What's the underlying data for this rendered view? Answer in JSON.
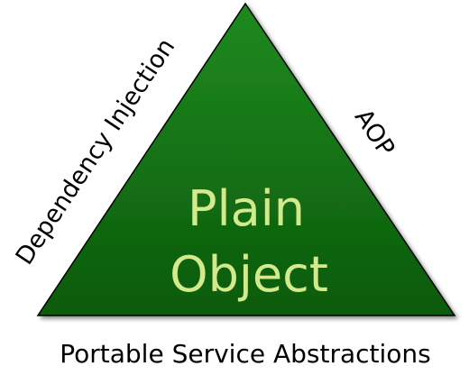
{
  "diagram": {
    "center": {
      "line1": "Plain",
      "line2": "Object"
    },
    "edges": {
      "left": "Dependency Injection",
      "right": "AOP",
      "bottom": "Portable Service Abstractions"
    },
    "colors": {
      "triangle_top": "#1f8a1f",
      "triangle_bottom": "#0b5a0b",
      "triangle_stroke": "#000000",
      "center_text": "#d2e98c",
      "label_text": "#000000",
      "background": "#ffffff"
    }
  }
}
